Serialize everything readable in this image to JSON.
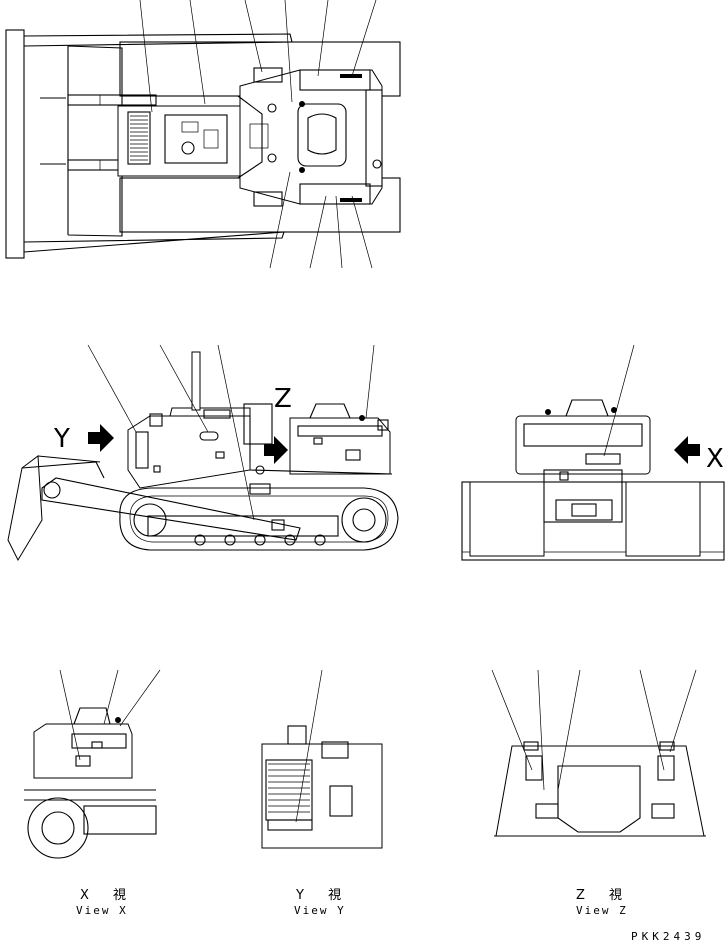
{
  "view_letters": {
    "y": "Y",
    "z": "Z",
    "x": "X"
  },
  "views": [
    {
      "jp": "X 視",
      "en": "View X"
    },
    {
      "jp": "Y 視",
      "en": "View Y"
    },
    {
      "jp": "Z 視",
      "en": "View Z"
    }
  ],
  "drawing_code": "PKK2439"
}
